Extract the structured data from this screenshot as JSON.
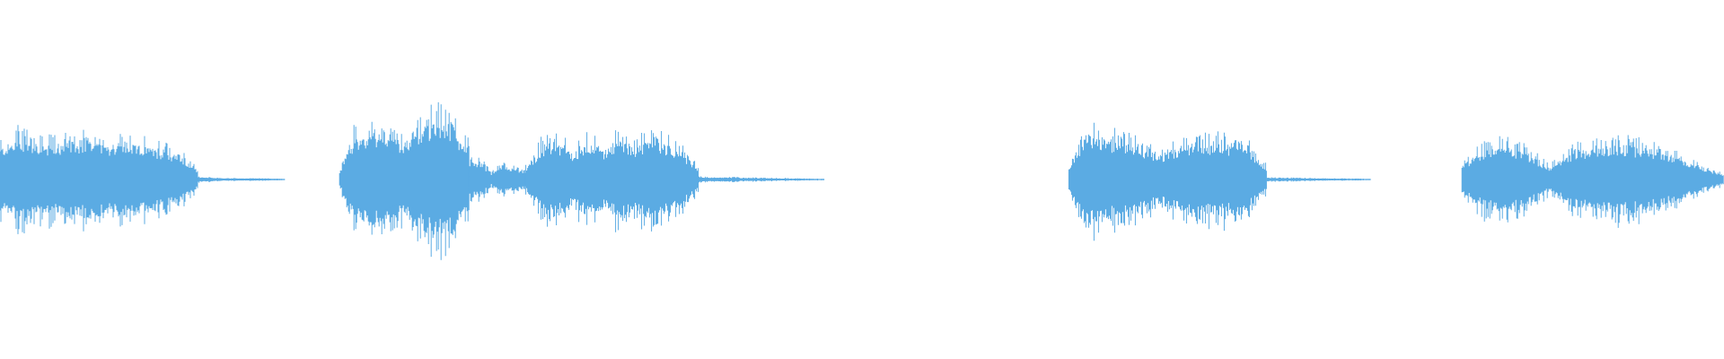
{
  "waveform": {
    "color": "#5BABE3",
    "background": "#FFFFFF",
    "duration_fraction_shown": 1.0,
    "segments": [
      {
        "name": "segment-1",
        "start": 0.0,
        "end": 0.115,
        "envelope": [
          0.55,
          0.7,
          0.62,
          0.58,
          0.66,
          0.64,
          0.6,
          0.62,
          0.58,
          0.5,
          0.4,
          0.15
        ]
      },
      {
        "name": "segment-1-tail",
        "start": 0.115,
        "end": 0.165,
        "envelope": [
          0.04,
          0.02,
          0.02,
          0.01
        ]
      },
      {
        "name": "segment-2",
        "start": 0.197,
        "end": 0.272,
        "envelope": [
          0.1,
          0.7,
          0.75,
          0.8,
          0.62,
          0.7,
          0.95,
          1.0,
          0.8,
          0.6
        ]
      },
      {
        "name": "segment-2b",
        "start": 0.272,
        "end": 0.305,
        "envelope": [
          0.3,
          0.3,
          0.1,
          0.25,
          0.18,
          0.12
        ]
      },
      {
        "name": "segment-3",
        "start": 0.305,
        "end": 0.405,
        "envelope": [
          0.2,
          0.55,
          0.62,
          0.45,
          0.65,
          0.5,
          0.7,
          0.55,
          0.72,
          0.6,
          0.45,
          0.2
        ]
      },
      {
        "name": "segment-3-tail",
        "start": 0.405,
        "end": 0.478,
        "envelope": [
          0.04,
          0.03,
          0.02,
          0.01
        ]
      },
      {
        "name": "segment-4",
        "start": 0.62,
        "end": 0.735,
        "envelope": [
          0.15,
          0.8,
          0.7,
          0.62,
          0.55,
          0.4,
          0.55,
          0.6,
          0.62,
          0.58,
          0.5,
          0.2
        ]
      },
      {
        "name": "segment-4-tail",
        "start": 0.735,
        "end": 0.795,
        "envelope": [
          0.03,
          0.02,
          0.01
        ]
      },
      {
        "name": "segment-5",
        "start": 0.848,
        "end": 1.0,
        "envelope": [
          0.25,
          0.5,
          0.58,
          0.45,
          0.2,
          0.45,
          0.55,
          0.6,
          0.55,
          0.48,
          0.35,
          0.2,
          0.08
        ]
      }
    ]
  }
}
